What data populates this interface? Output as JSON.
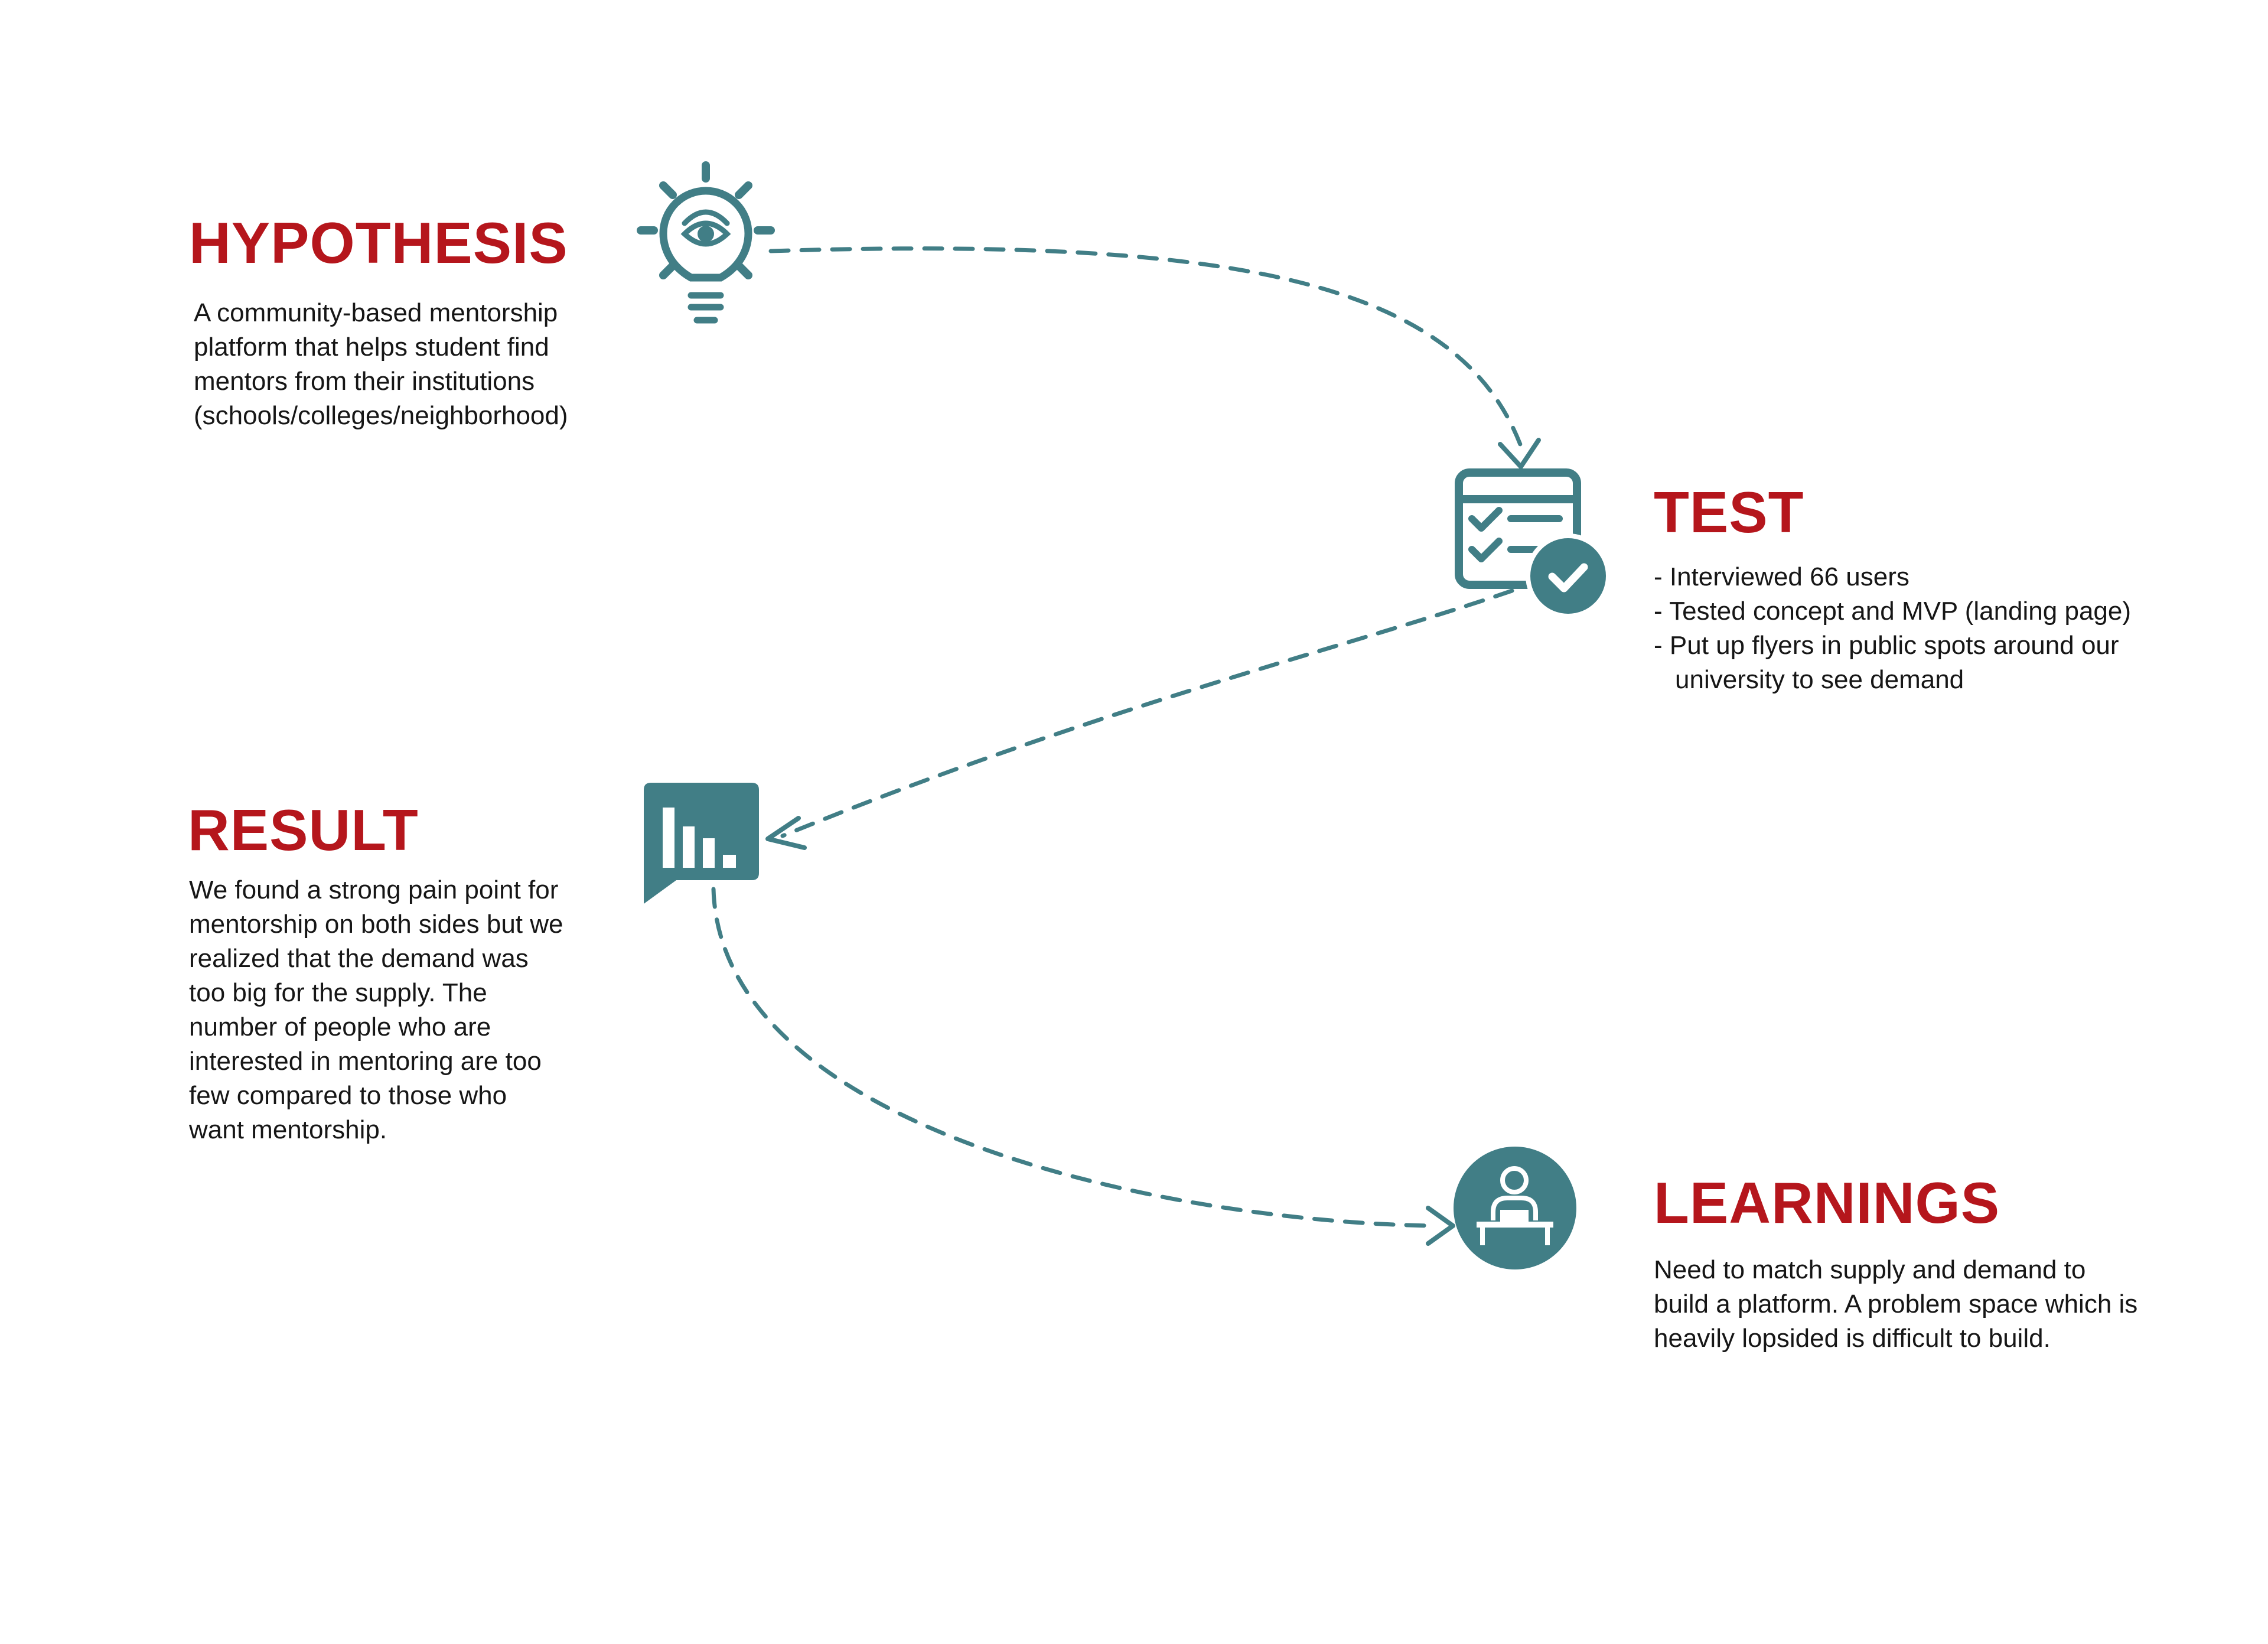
{
  "colors": {
    "title": "#b5161c",
    "icon": "#417e86",
    "arrow": "#417e86",
    "text": "#161616"
  },
  "steps": {
    "hypothesis": {
      "icon": "lightbulb-icon",
      "title": "HYPOTHESIS",
      "lines": [
        "A community-based mentorship",
        "platform that helps student find",
        "mentors from their institutions",
        "(schools/colleges/neighborhood)"
      ]
    },
    "test": {
      "icon": "checklist-window-icon",
      "title": "TEST",
      "lines": [
        "- Interviewed 66 users",
        "- Tested concept and MVP (landing page)",
        "- Put up flyers in public spots around our",
        "university to see demand"
      ]
    },
    "result": {
      "icon": "bar-chart-bubble-icon",
      "title": "RESULT",
      "lines": [
        "We found a strong pain point for",
        "mentorship on both sides but we",
        "realized that the demand was",
        "too big for the supply. The",
        "number of people who are",
        "interested in mentoring are too",
        "few compared to those who",
        "want mentorship."
      ]
    },
    "learnings": {
      "icon": "person-at-desk-icon",
      "title": "LEARNINGS",
      "lines": [
        "Need to match supply and demand to",
        "build a platform. A problem space which is",
        "heavily lopsided is difficult to build."
      ]
    }
  }
}
